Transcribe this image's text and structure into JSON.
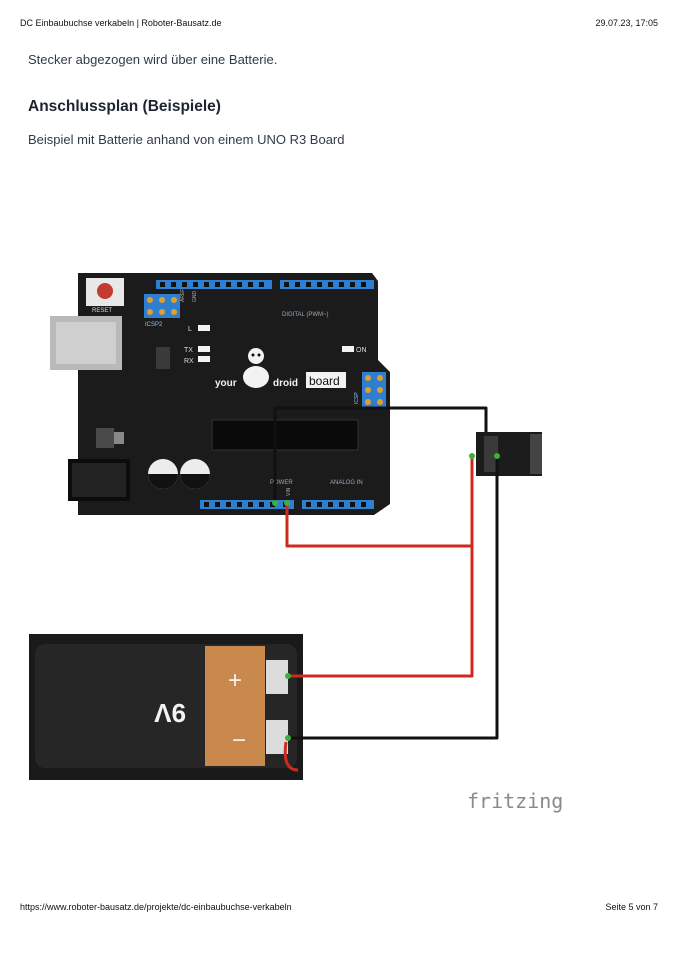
{
  "header": {
    "title": "DC Einbaubuchse verkabeln | Roboter-Bausatz.de",
    "datetime": "29.07.23, 17:05"
  },
  "content": {
    "para_top": "Stecker abgezogen wird über eine Batterie.",
    "heading": "Anschlussplan (Beispiele)",
    "para_example": "Beispiel mit Batterie anhand von einem UNO R3 Board"
  },
  "diagram": {
    "board_brand": {
      "left": "your",
      "right": "droid",
      "badge": "board"
    },
    "board_labels": {
      "reset": "RESET",
      "icsp2": "ICSP2",
      "icsp": "ICSP",
      "l": "L",
      "tx": "TX",
      "rx": "RX",
      "on": "ON",
      "digital": "DIGITAL (PWM~)",
      "power": "POWER",
      "analog": "ANALOG IN",
      "aref": "AREF",
      "gnd": "GND",
      "vin": "VIN"
    },
    "battery_label": "9V",
    "battery_plus": "+",
    "battery_minus": "−",
    "watermark": "fritzing",
    "colors": {
      "board": "#1b1b1b",
      "header": "#2f7fd0",
      "wire_red": "#d02a20",
      "wire_black": "#111111",
      "battery_copper": "#c9894c"
    }
  },
  "footer": {
    "url": "https://www.roboter-bausatz.de/projekte/dc-einbaubuchse-verkabeln",
    "page": "Seite 5 von 7"
  }
}
